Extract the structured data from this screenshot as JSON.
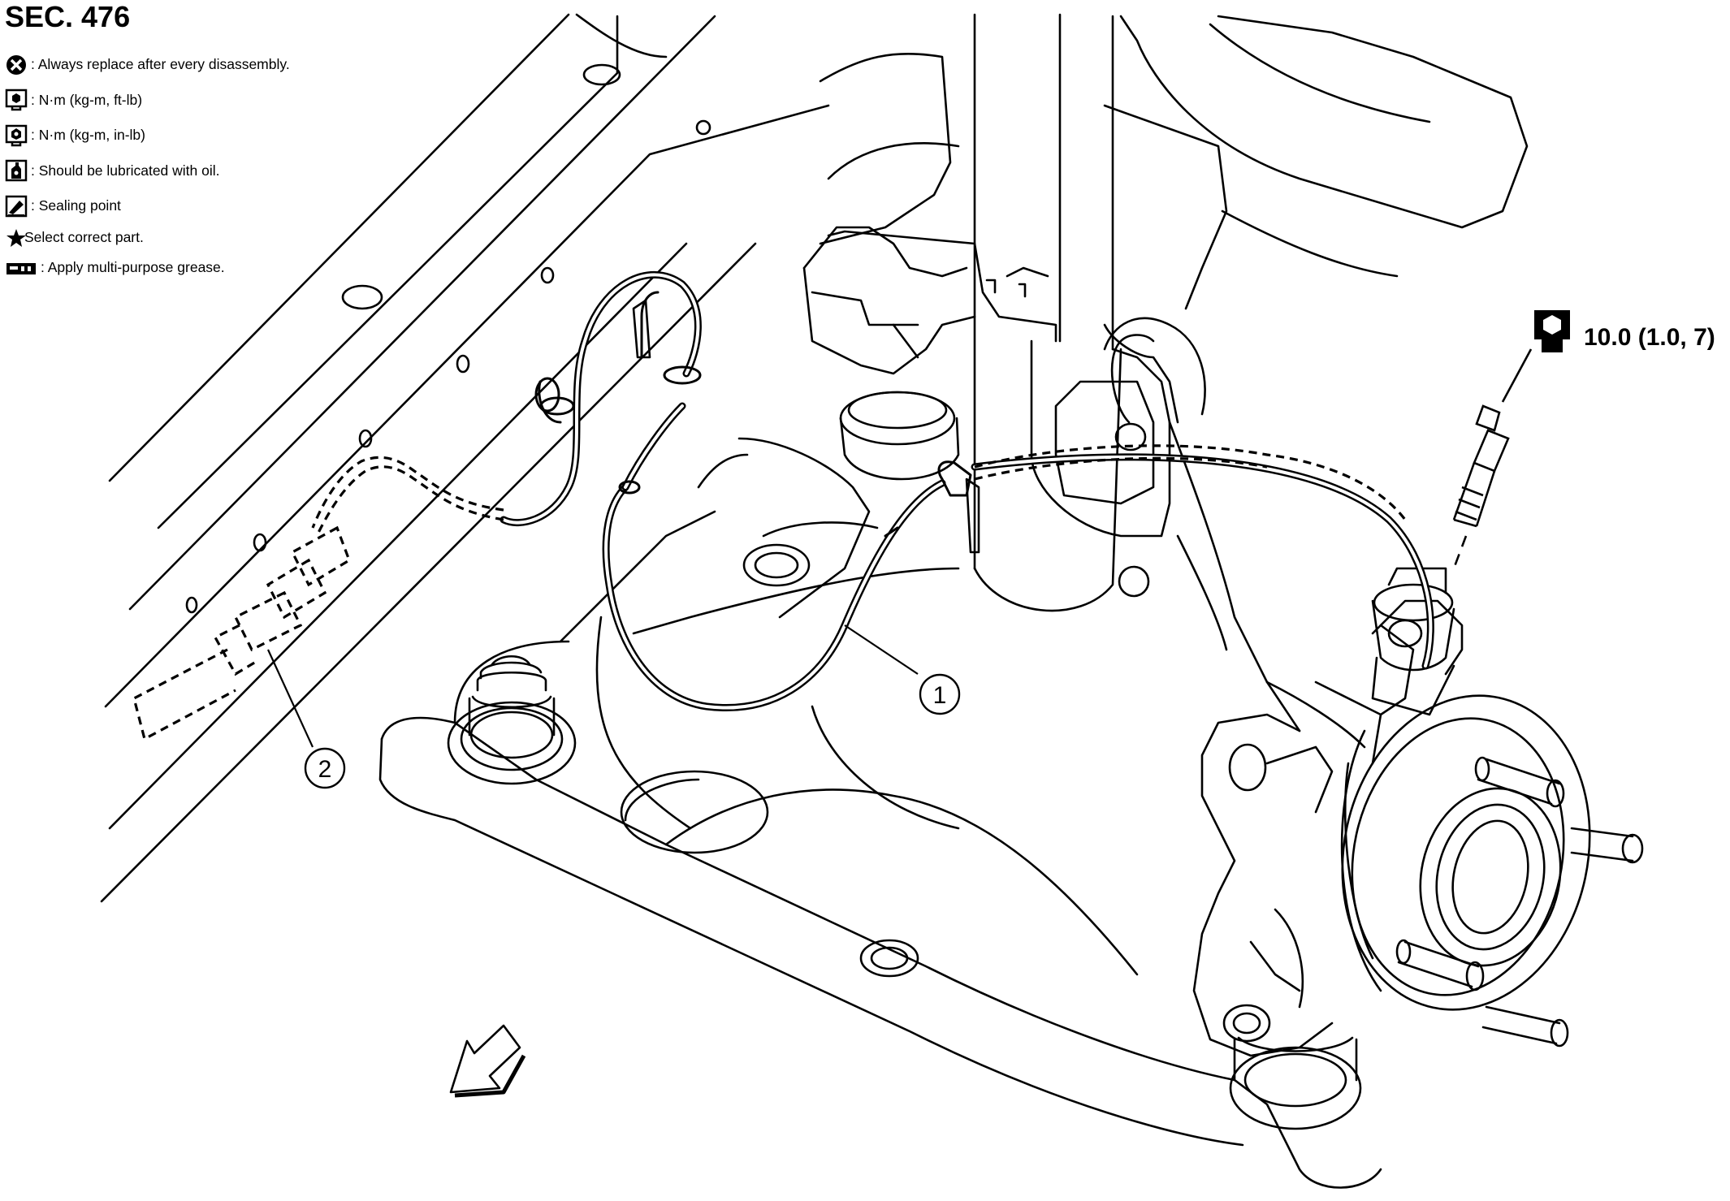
{
  "header": {
    "section": "SEC. 476"
  },
  "legend": {
    "items": [
      {
        "icon": "replace-x-icon",
        "text": ": Always replace after every disassembly."
      },
      {
        "icon": "torque-ft-lb-icon",
        "text": ": N·m (kg-m, ft-lb)"
      },
      {
        "icon": "torque-in-lb-icon",
        "text": ": N·m (kg-m, in-lb)"
      },
      {
        "icon": "oil-can-icon",
        "text": ": Should be lubricated with oil."
      },
      {
        "icon": "sealing-point-icon",
        "text": ": Sealing point"
      },
      {
        "icon": "star-icon",
        "text": "Select correct part."
      },
      {
        "icon": "grease-icon",
        "text": ": Apply multi-purpose grease."
      }
    ]
  },
  "callouts": {
    "part_1": "1",
    "part_2": "2"
  },
  "torque": {
    "icon": "torque-ft-lb-icon",
    "value": "10.0 (1.0, 7)"
  },
  "front_arrow": {
    "icon": "front-direction-arrow-icon"
  }
}
